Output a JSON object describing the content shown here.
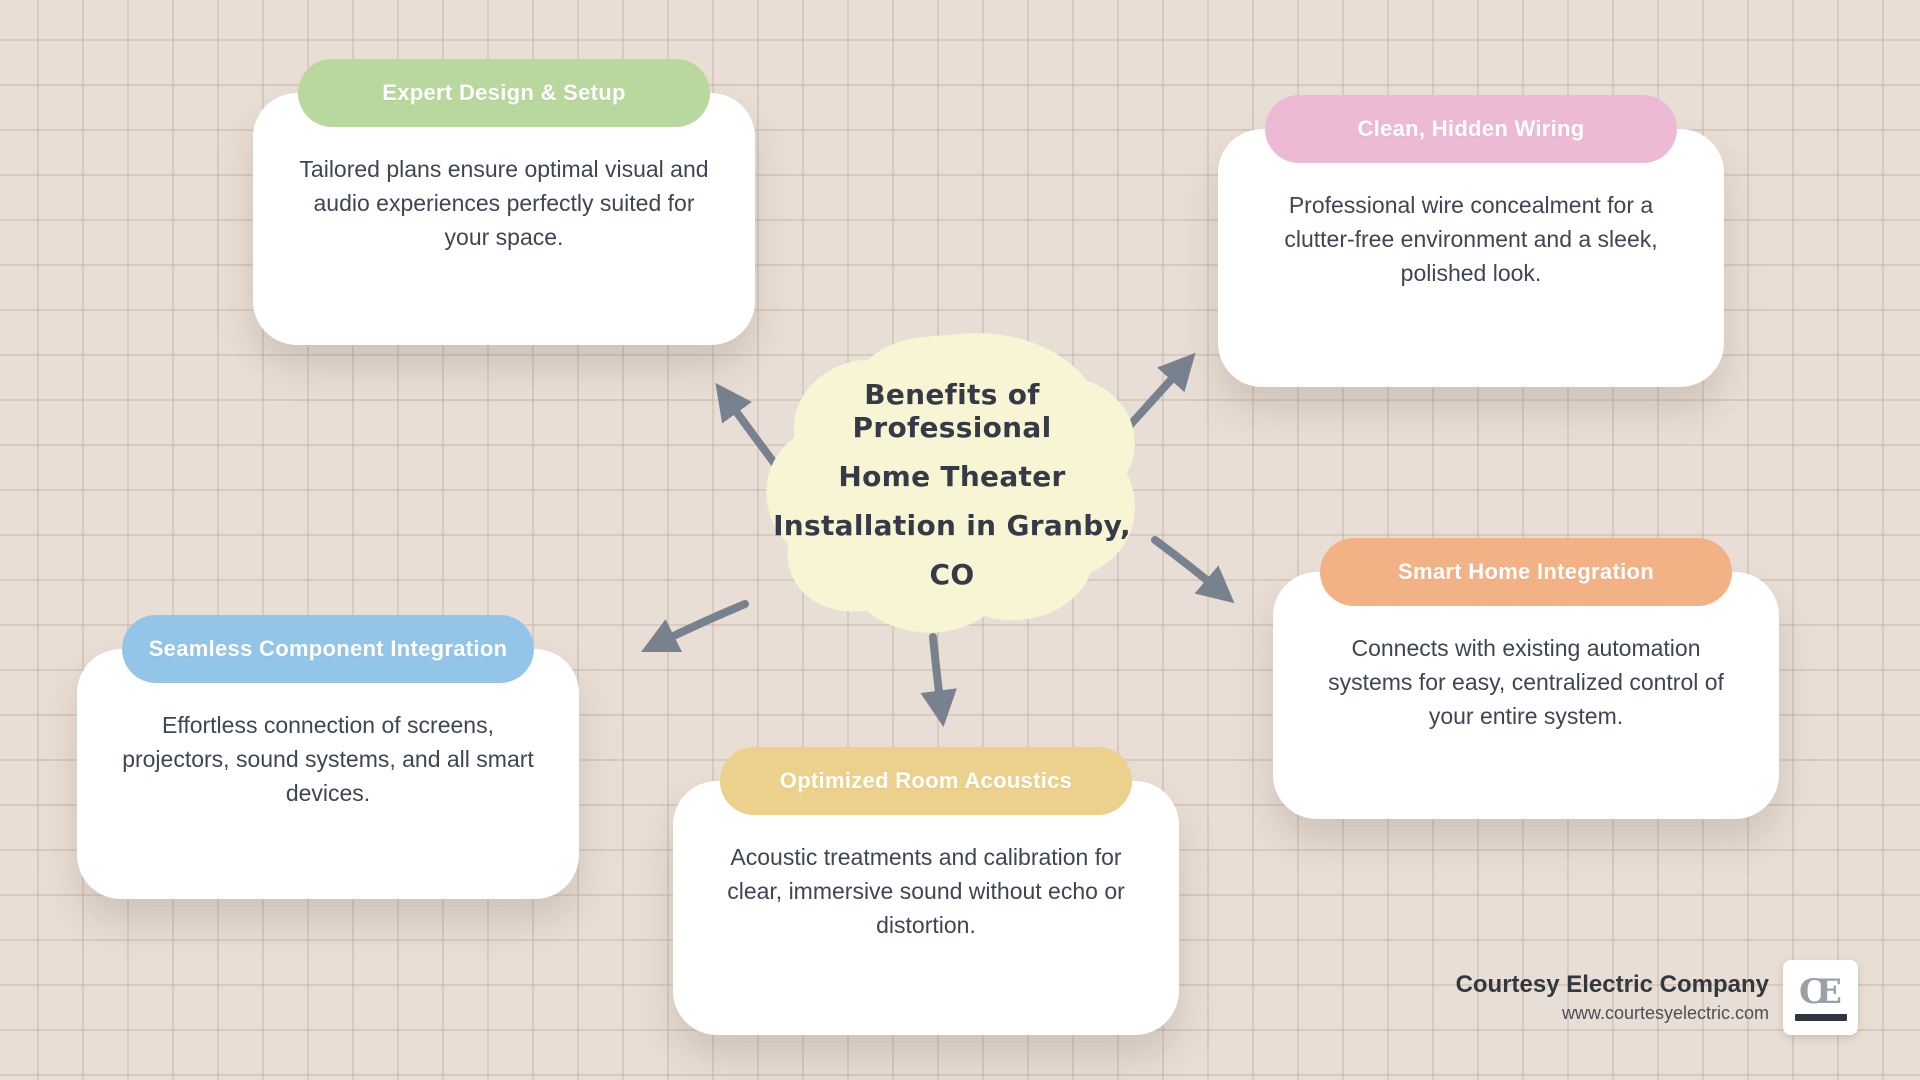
{
  "background": {
    "base": "#e9ded5",
    "grid": "#baa79b"
  },
  "center": {
    "blob_color": "#f7f5d3",
    "text_color": "#343b47",
    "title_lines": {
      "0": "Benefits of Professional",
      "1": "Home Theater",
      "2": "Installation in Granby,",
      "3": "CO"
    }
  },
  "arrow_color": "#78828f",
  "cards": {
    "0": {
      "title": "Expert Design & Setup",
      "body": "Tailored plans ensure optimal visual and audio experiences perfectly suited for your space.",
      "accent": "#b9d89d"
    },
    "1": {
      "title": "Clean, Hidden Wiring",
      "body": "Professional wire concealment for a clutter-free environment and a sleek, polished look.",
      "accent": "#ecbad4"
    },
    "2": {
      "title": "Seamless Component Integration",
      "body": "Effortless connection of screens, projectors, sound systems, and all smart devices.",
      "accent": "#93c5e9"
    },
    "3": {
      "title": "Optimized Room Acoustics",
      "body": "Acoustic treatments and calibration for clear, immersive sound without echo or distortion.",
      "accent": "#ebd18c"
    },
    "4": {
      "title": "Smart Home Integration",
      "body": "Connects with existing automation systems for easy, centralized control of your entire system.",
      "accent": "#f3b285"
    }
  },
  "footer": {
    "company": "Courtesy Electric Company",
    "website": "www.courtesyelectric.com"
  }
}
